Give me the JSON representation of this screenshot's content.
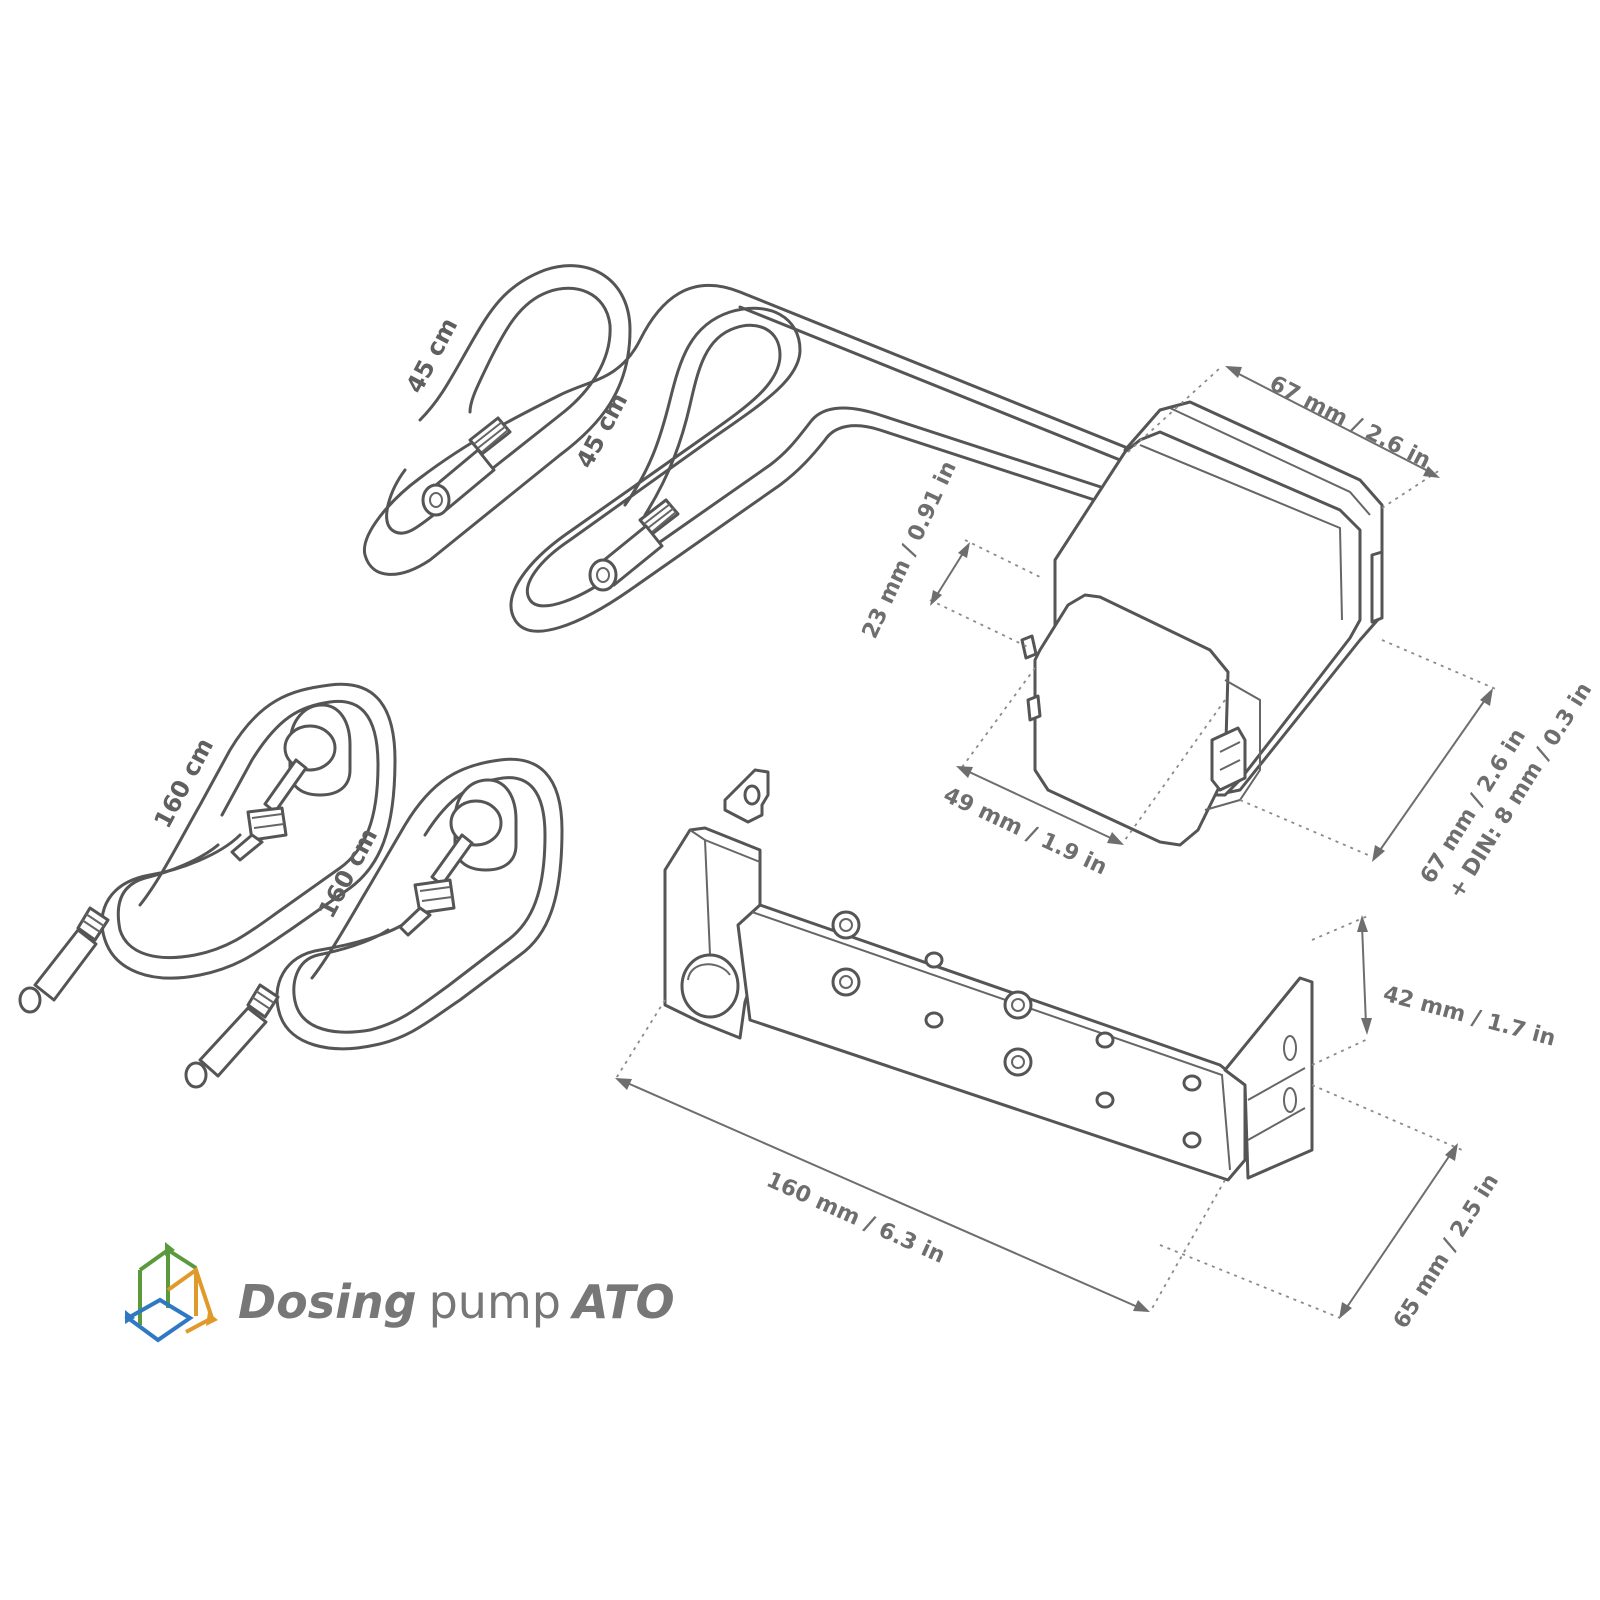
{
  "title": {
    "word1": "Dosing",
    "word2": "pump",
    "word3": "ATO"
  },
  "cables": {
    "short_1": "45 cm",
    "short_2": "45 cm",
    "long_1": "160 cm",
    "long_2": "160 cm"
  },
  "dimensions": {
    "pump_width": "67 mm / 2.6 in",
    "pump_depth_line1": "67 mm / 2.6 in",
    "pump_depth_line2": "+ DIN: 8 mm / 0.3 in",
    "head_depth": "23 mm / 0.91 in",
    "head_width": "49 mm / 1.9 in",
    "bracket_height": "42 mm / 1.7 in",
    "bracket_length": "160 mm / 6.3 in",
    "bracket_depth": "65 mm / 2.5 in"
  },
  "colors": {
    "line": "#555555",
    "dimension": "#6e6e6e",
    "logo_green": "#5a9a3c",
    "logo_orange": "#e09a2a",
    "logo_blue": "#2f78c4"
  },
  "icons": {
    "logo": "cube-logo-icon"
  }
}
